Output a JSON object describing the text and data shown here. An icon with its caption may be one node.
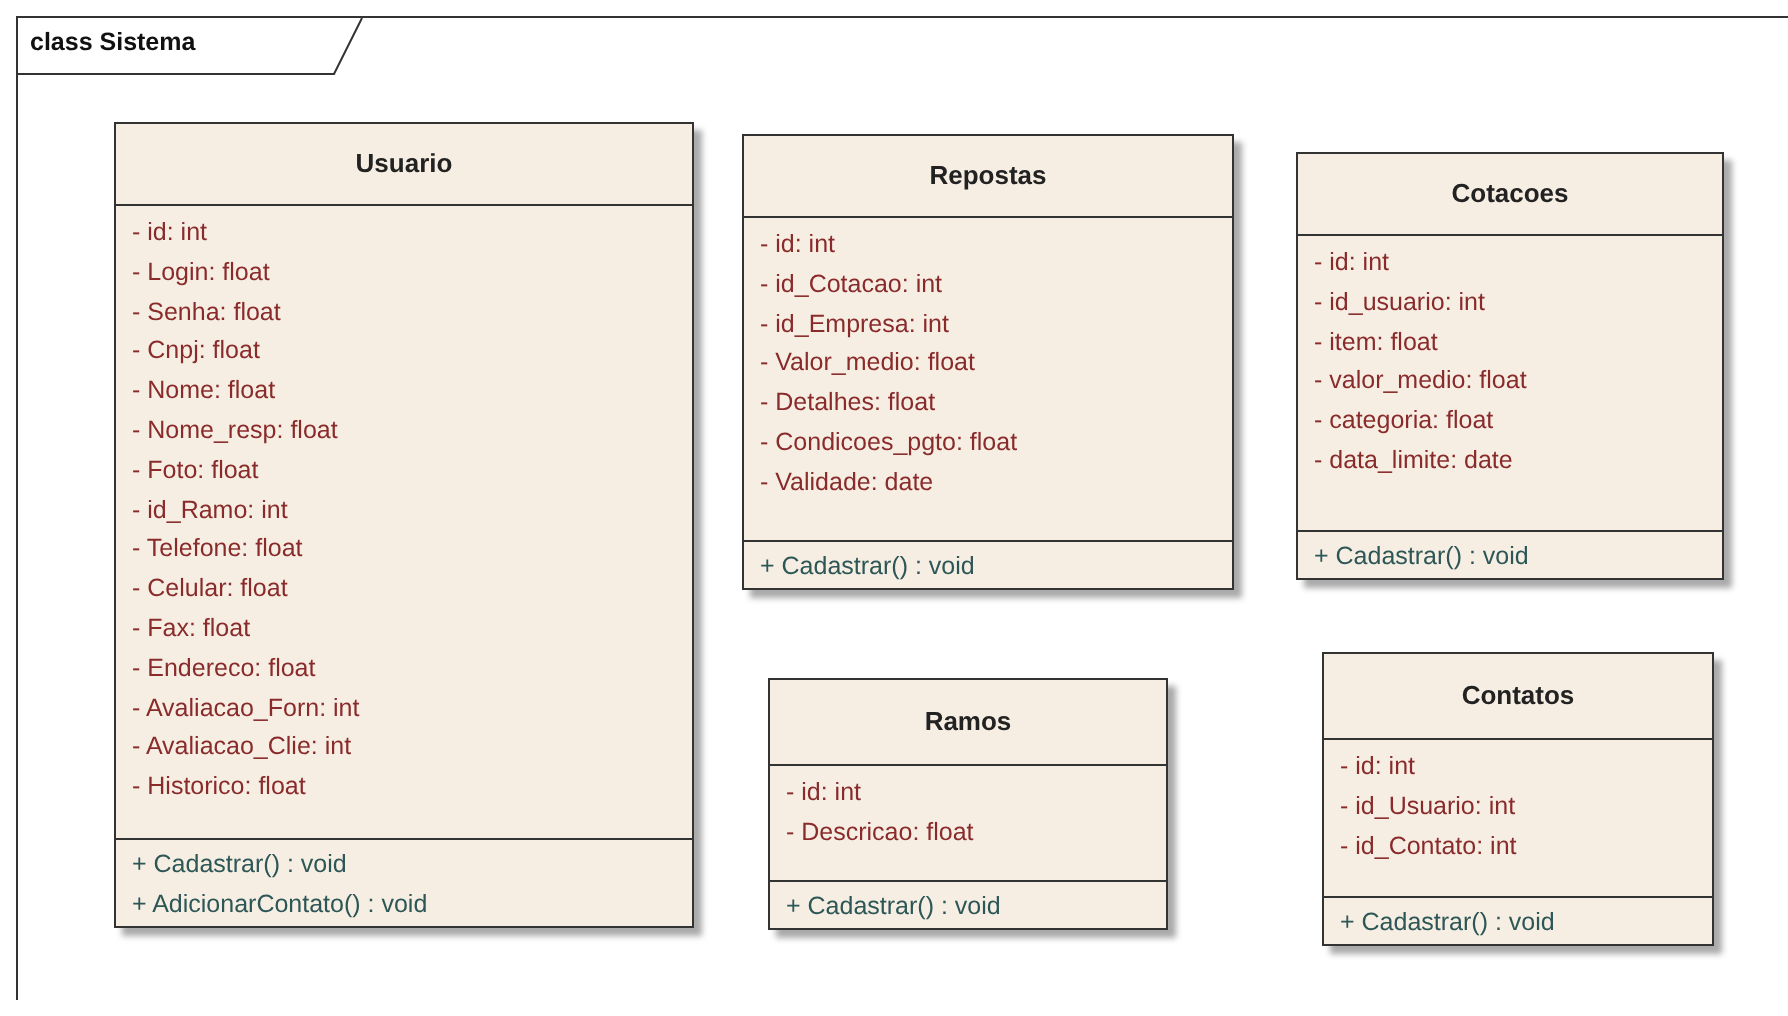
{
  "diagram": {
    "nodes": [
      {
        "text": [
          "class Sistema"
        ]
      },
      {
        "text": [
          "Usuario",
          "- id: int",
          "- Login: float",
          "- Senha: float",
          "- Cnpj: float",
          "- Nome: float",
          "- Nome_resp: float",
          "- Foto: float",
          "- id_Ramo: int",
          "- Telefone: float",
          "- Celular: float",
          "- Fax: float",
          "- Endereco: float",
          "- Avaliacao_Forn: int",
          "- Avaliacao_Clie: int",
          "- Historico: float",
          "+ Cadastrar() : void",
          "+ AdicionarContato() : void"
        ],
        "in": 0
      },
      {
        "text": [
          "Repostas",
          "- id: int",
          "- id_Cotacao: int",
          "- id_Empresa: int",
          "- Valor_medio: float",
          "- Detalhes: float",
          "- Condicoes_pgto: float",
          "- Validade: date",
          "+ Cadastrar() : void"
        ],
        "in": 0
      },
      {
        "text": [
          "Cotacoes",
          "- id: int",
          "- id_usuario: int",
          "- item: float",
          "- valor_medio: float",
          "- categoria: float",
          "- data_limite: date",
          "+ Cadastrar() : void"
        ],
        "in": 0
      },
      {
        "text": [
          "Ramos",
          "- id: int",
          "- Descricao: float",
          "+ Cadastrar() : void"
        ],
        "in": 0
      },
      {
        "text": [
          "Contatos",
          "- id: int",
          "- id_Usuario: int",
          "- id_Contato: int",
          "+ Cadastrar() : void"
        ],
        "in": 0
      }
    ],
    "edges": []
  }
}
